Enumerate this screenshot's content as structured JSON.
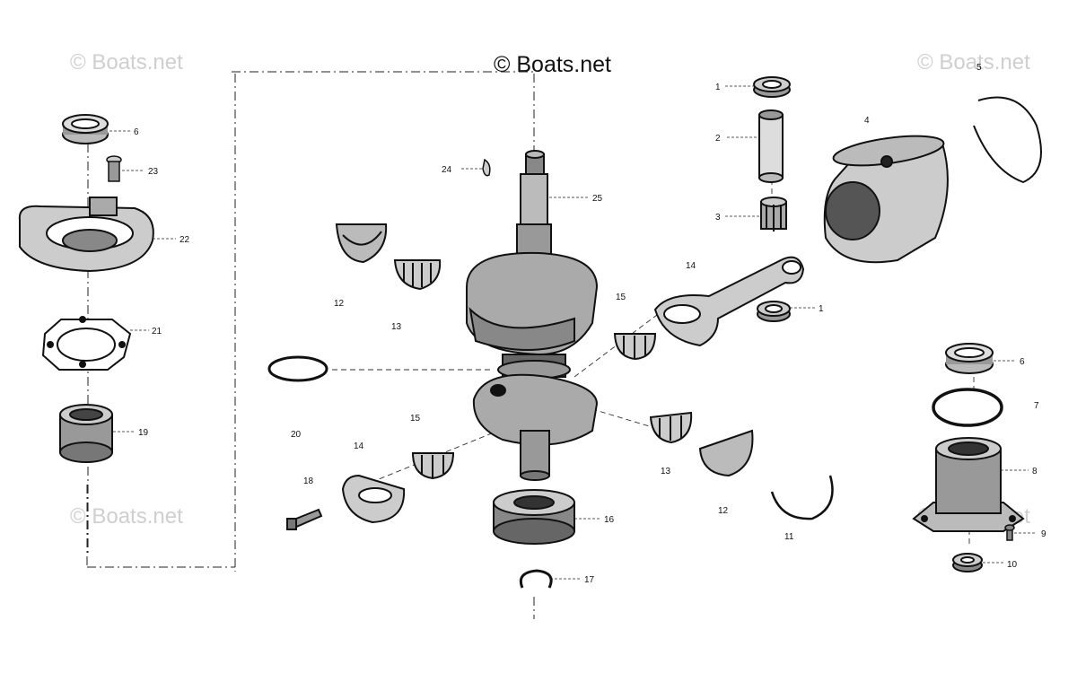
{
  "watermark": {
    "main": "© Boats.net",
    "faded": "© Boats.net"
  },
  "callouts": [
    {
      "id": "c6a",
      "text": "6"
    },
    {
      "id": "c23",
      "text": "23"
    },
    {
      "id": "c22",
      "text": "22"
    },
    {
      "id": "c21",
      "text": "21"
    },
    {
      "id": "c19",
      "text": "19"
    },
    {
      "id": "c24",
      "text": "24"
    },
    {
      "id": "c25",
      "text": "25"
    },
    {
      "id": "c12a",
      "text": "12"
    },
    {
      "id": "c13a",
      "text": "13"
    },
    {
      "id": "c20",
      "text": "20"
    },
    {
      "id": "c14a",
      "text": "14"
    },
    {
      "id": "c15a",
      "text": "15"
    },
    {
      "id": "c18",
      "text": "18"
    },
    {
      "id": "c16",
      "text": "16"
    },
    {
      "id": "c17",
      "text": "17"
    },
    {
      "id": "c1a",
      "text": "1"
    },
    {
      "id": "c2",
      "text": "2"
    },
    {
      "id": "c3",
      "text": "3"
    },
    {
      "id": "c4",
      "text": "4"
    },
    {
      "id": "c5",
      "text": "5"
    },
    {
      "id": "c14b",
      "text": "14"
    },
    {
      "id": "c15b",
      "text": "15"
    },
    {
      "id": "c1b",
      "text": "1"
    },
    {
      "id": "c13b",
      "text": "13"
    },
    {
      "id": "c12b",
      "text": "12"
    },
    {
      "id": "c11",
      "text": "11"
    },
    {
      "id": "c6b",
      "text": "6"
    },
    {
      "id": "c7",
      "text": "7"
    },
    {
      "id": "c8",
      "text": "8"
    },
    {
      "id": "c9",
      "text": "9"
    },
    {
      "id": "c10",
      "text": "10"
    }
  ]
}
